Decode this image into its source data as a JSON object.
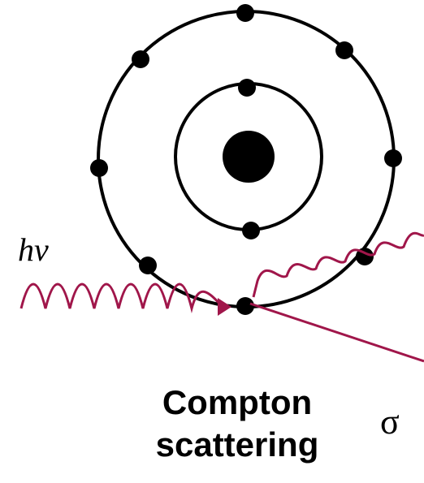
{
  "labels": {
    "photon": "hν",
    "process_line1": "Compton",
    "process_line2": "scattering",
    "cross_section": "σ"
  },
  "colors": {
    "photon_path": "#a0164a",
    "atom": "#000000",
    "background": "#ffffff"
  }
}
